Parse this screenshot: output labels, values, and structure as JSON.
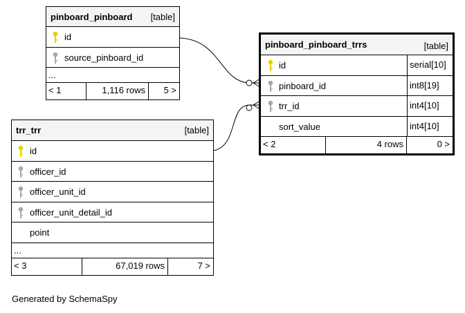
{
  "tables": {
    "pinboard_pinboard": {
      "name": "pinboard_pinboard",
      "kind": "[table]",
      "columns": [
        {
          "name": "id",
          "key": "primary"
        },
        {
          "name": "source_pinboard_id",
          "key": "foreign"
        }
      ],
      "more": "...",
      "footer": {
        "parents": "< 1",
        "rows": "1,116 rows",
        "children": "5 >"
      }
    },
    "pinboard_pinboard_trrs": {
      "name": "pinboard_pinboard_trrs",
      "kind": "[table]",
      "columns": [
        {
          "name": "id",
          "key": "primary",
          "type": "serial[10]"
        },
        {
          "name": "pinboard_id",
          "key": "foreign",
          "type": "int8[19]"
        },
        {
          "name": "trr_id",
          "key": "foreign",
          "type": "int4[10]"
        },
        {
          "name": "sort_value",
          "key": "none",
          "type": "int4[10]"
        }
      ],
      "footer": {
        "parents": "< 2",
        "rows": "4 rows",
        "children": "0 >"
      }
    },
    "trr_trr": {
      "name": "trr_trr",
      "kind": "[table]",
      "columns": [
        {
          "name": "id",
          "key": "primary"
        },
        {
          "name": "officer_id",
          "key": "foreign"
        },
        {
          "name": "officer_unit_id",
          "key": "foreign"
        },
        {
          "name": "officer_unit_detail_id",
          "key": "foreign"
        },
        {
          "name": "point",
          "key": "none"
        }
      ],
      "more": "...",
      "footer": {
        "parents": "< 3",
        "rows": "67,019 rows",
        "children": "7 >"
      }
    }
  },
  "colors": {
    "primary_key": "#e3d300",
    "foreign_key": "#a8a8a8",
    "header_bg": "#f4f4f4"
  },
  "credit": "Generated by SchemaSpy"
}
